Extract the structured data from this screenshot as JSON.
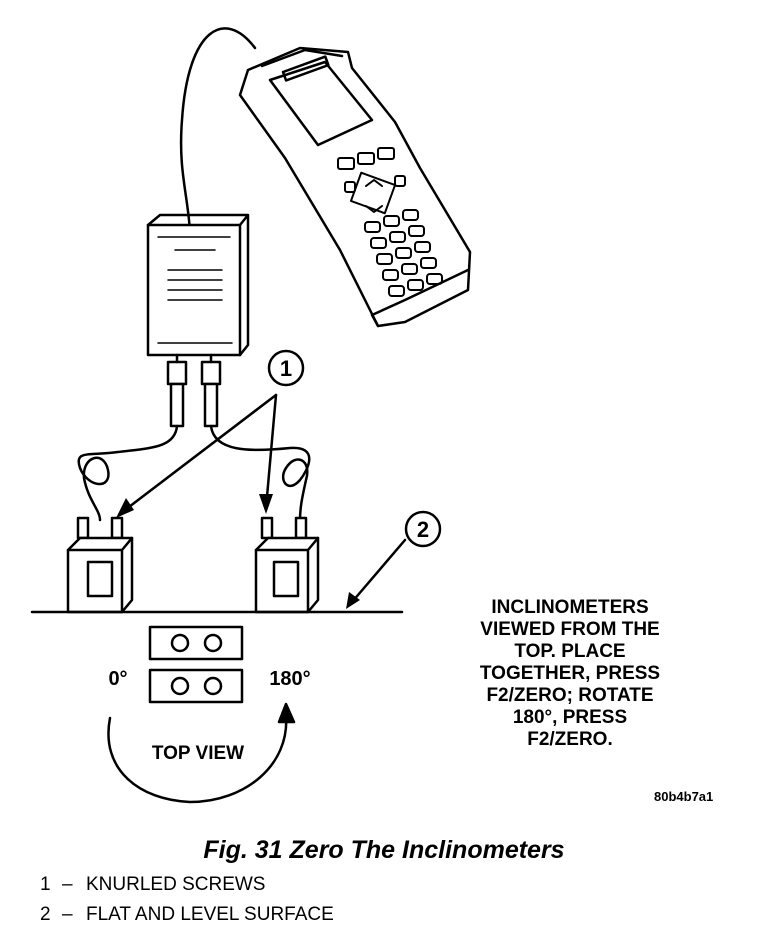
{
  "diagram": {
    "callouts": [
      "1",
      "2"
    ],
    "angle_left": "0°",
    "angle_right": "180°",
    "top_view_label": "TOP VIEW"
  },
  "instructions": [
    "INCLINOMETERS",
    "VIEWED FROM THE",
    "TOP. PLACE",
    "TOGETHER, PRESS",
    "F2/ZERO; ROTATE",
    "180°, PRESS",
    "F2/ZERO."
  ],
  "figure_id": "80b4b7a1",
  "caption": "Fig. 31 Zero The Inclinometers",
  "legend": [
    {
      "num": "1",
      "text": "KNURLED SCREWS"
    },
    {
      "num": "2",
      "text": "FLAT AND LEVEL SURFACE"
    }
  ]
}
